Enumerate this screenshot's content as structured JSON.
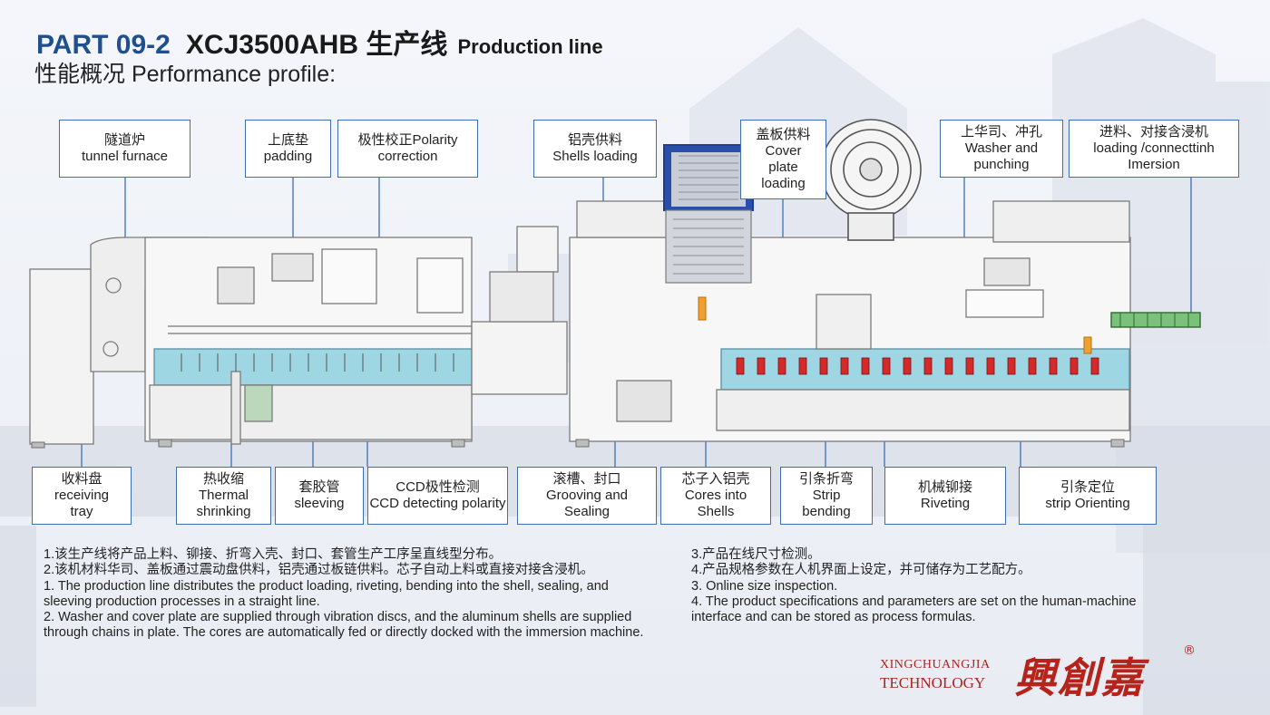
{
  "header": {
    "part": "PART 09-2",
    "model": "XCJ3500AHB 生产线",
    "model_en": "Production line",
    "subtitle": "性能概况 Performance profile:"
  },
  "labels_top": [
    {
      "cn": "隧道炉",
      "en": "tunnel furnace"
    },
    {
      "cn": "上底垫",
      "en": "padding"
    },
    {
      "cn": "极性校正Polarity",
      "en": "correction"
    },
    {
      "cn": "铝壳供料",
      "en": "Shells loading"
    },
    {
      "cn": "盖板供料",
      "en": "Cover plate loading"
    },
    {
      "cn": "上华司、冲孔",
      "en": "Washer and punching"
    },
    {
      "cn": "进料、对接含浸机",
      "en": "loading /connecttinh Imersion"
    }
  ],
  "labels_bottom": [
    {
      "cn": "收料盘",
      "en": "receiving tray"
    },
    {
      "cn": "热收缩",
      "en": "Thermal shrinking"
    },
    {
      "cn": "套胶管",
      "en": "sleeving"
    },
    {
      "cn": "CCD极性检测",
      "en": "CCD detecting polarity"
    },
    {
      "cn": "滚槽、封口",
      "en": "Grooving and Sealing"
    },
    {
      "cn": "芯子入铝壳",
      "en": "Cores into Shells"
    },
    {
      "cn": "引条折弯",
      "en": "Strip bending"
    },
    {
      "cn": "机械铆接",
      "en": "Riveting"
    },
    {
      "cn": "引条定位",
      "en": "strip Orienting"
    }
  ],
  "notes_left": [
    "1.该生产线将产品上料、铆接、折弯入壳、封口、套管生产工序呈直线型分布。",
    "2.该机材料华司、盖板通过震动盘供料，铝壳通过板链供料。芯子自动上料或直接对接含浸机。",
    "1. The production line distributes the product loading, riveting, bending into the shell, sealing, and sleeving production processes in a straight line.",
    "2. Washer and cover plate are supplied through vibration discs, and the aluminum shells are supplied through chains in plate. The cores are automatically fed or directly docked with the immersion machine."
  ],
  "notes_right": [
    "3.产品在线尺寸检测。",
    "4.产品规格参数在人机界面上设定，并可储存为工艺配方。",
    "3. Online size inspection.",
    "4. The product specifications and parameters are set on the human-machine interface and can be stored as process formulas."
  ],
  "logo": {
    "line1": "XINGCHUANGJIA",
    "line2": "TECHNOLOGY",
    "cn": "興創嘉",
    "reg": "®"
  },
  "colors": {
    "accent": "#1f4f8f",
    "label_border": "#3d6fb0",
    "conveyor": "#9fd6e4",
    "logo_red": "#b5231b"
  }
}
